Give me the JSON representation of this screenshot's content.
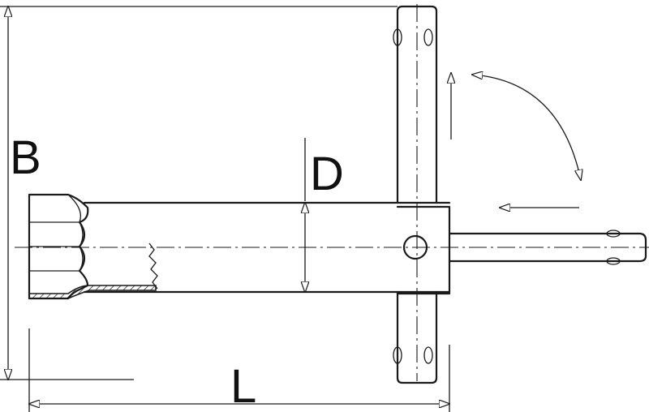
{
  "labels": {
    "b": "B",
    "d": "D",
    "l": "L"
  },
  "colors": {
    "line": "#1a1a1a",
    "background": "#ffffff"
  },
  "icons": {
    "rotation": "curved-double-arrow",
    "direction": "straight-arrow"
  }
}
